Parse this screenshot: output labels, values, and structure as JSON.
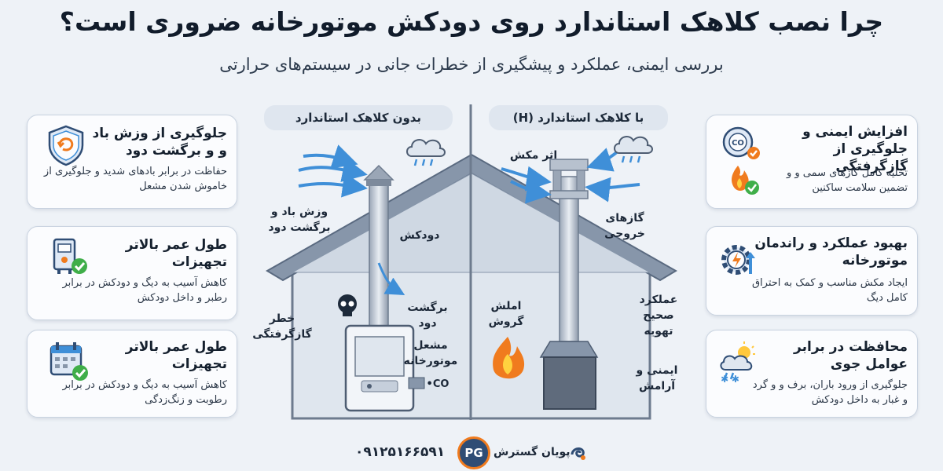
{
  "title": "چرا نصب کلاهک استاندارد روی دودکش موتورخانه ضروری است؟",
  "subtitle": "بررسی ایمنی، عملکرد و پیشگیری از خطرات جانی در سیستم‌های حرارتی",
  "left_cards": [
    {
      "title": "جلوگیری از وزش باد و و برگشت دود",
      "desc": "حفاظت در برابر بادهای شدید و جلوگیری از خاموش شدن مشعل",
      "icon": "shield-icon"
    },
    {
      "title": "طول عمر بالاتر تجهیزات",
      "desc": "کاهش آسیب به دیگ و دودکش در برابر رطبر و داخل دودکش",
      "icon": "boiler-check-icon"
    },
    {
      "title": "طول عمر بالاتر تجهیزات",
      "desc": "کاهش آسیب به دیگ و دودکش در برابر رطوبت و زنگ‌زدگی",
      "icon": "calendar-check-icon"
    }
  ],
  "right_cards": [
    {
      "title": "افزایش ایمنی و جلوگیری از گازگرفتگی",
      "desc": "تخلیه کامل گازهای سمی و و تضمین سلامت ساکنین",
      "icon": "co-alarm-icon"
    },
    {
      "title": "بهبود عملکرد و راندمان موتورخانه",
      "desc": "ایجاد مکش مناسب و کمک به احتراق کامل دیگ",
      "icon": "gear-efficiency-icon"
    },
    {
      "title": "محافظت در برابر عوامل جوی",
      "desc": "جلوگیری از ورود باران، برف و و گرد و غبار به داخل دودکش",
      "icon": "weather-icon"
    }
  ],
  "diagram": {
    "left_panel_label": "بدون کلاهک استاندارد",
    "right_panel_label": "با کلاهک استاندارد (H)",
    "labels": {
      "wind": "وزش باد و برگشت دود",
      "chimney": "دودکش",
      "backdraft": "برگشت دود",
      "burner": "مشعل موتورخانه",
      "co": "CO•",
      "gas_risk": "خطر گازگرفتگی",
      "suction": "اثر مکش",
      "exhaust": "گازهای خروجی",
      "flame": "املش گروش",
      "ventilation": "عملکرد صحیح تهویه",
      "safety": "ایمنی و آرامش"
    }
  },
  "footer": {
    "phone": "۰۹۱۲۵۱۶۶۵۹۱",
    "brand": "پویان گسترش",
    "logo_text": "PG"
  },
  "colors": {
    "accent_blue": "#3f8fd8",
    "check_green": "#3fae49",
    "flame_orange": "#f07b1e",
    "roof_gray": "#8796aa"
  }
}
